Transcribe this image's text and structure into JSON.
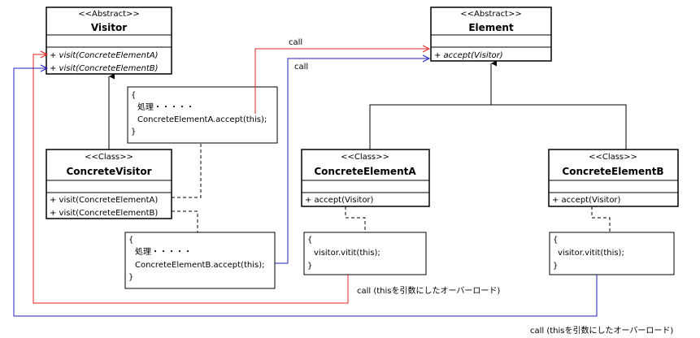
{
  "classes": {
    "visitor": {
      "stereotype": "<<Abstract>>",
      "name": "Visitor",
      "ops": [
        "+ visit(ConcreteElementA)",
        "+ visit(ConcreteElementB)"
      ]
    },
    "element": {
      "stereotype": "<<Abstract>>",
      "name": "Element",
      "ops": [
        "+ accept(Visitor)"
      ]
    },
    "concrete_visitor": {
      "stereotype": "<<Class>>",
      "name": "ConcreteVisitor",
      "ops": [
        "+ visit(ConcreteElementA)",
        "+ visit(ConcreteElementB)"
      ]
    },
    "concrete_element_a": {
      "stereotype": "<<Class>>",
      "name": "ConcreteElementA",
      "ops": [
        "+ accept(Visitor)"
      ]
    },
    "concrete_element_b": {
      "stereotype": "<<Class>>",
      "name": "ConcreteElementB",
      "ops": [
        "+ accept(Visitor)"
      ]
    }
  },
  "notes": {
    "note_visit_a": [
      "{",
      "処理・・・・・",
      "ConcreteElementA.accept(this);",
      "}"
    ],
    "note_visit_b": [
      "{",
      "処理・・・・・",
      "ConcreteElementB.accept(this);",
      "}"
    ],
    "note_accept_a": [
      "{",
      "visitor.vitit(this);",
      "}"
    ],
    "note_accept_b": [
      "{",
      "visitor.vitit(this);",
      "}"
    ]
  },
  "labels": {
    "call_red": "call",
    "call_blue": "call",
    "call_overload_red": "call (thisを引数にしたオーバーロード)",
    "call_overload_blue": "call (thisを引数にしたオーバーロード)"
  },
  "colors": {
    "red": "#e02020",
    "blue": "#2020c0",
    "line": "#000000"
  }
}
